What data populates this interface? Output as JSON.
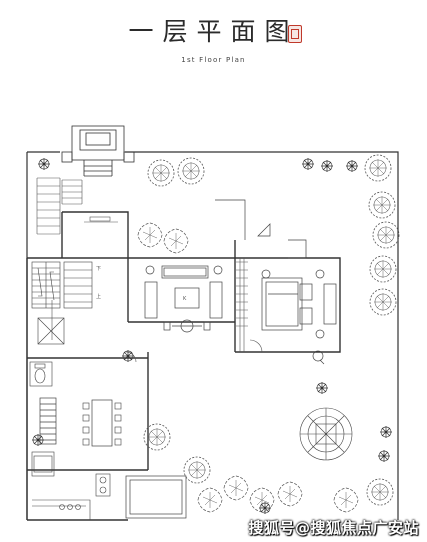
{
  "header": {
    "title_cn": "一层平面图",
    "title_en": "1st Floor Plan"
  },
  "plan": {
    "stair_labels": {
      "down": "下",
      "up": "上"
    },
    "table_mark": "K"
  },
  "watermark": {
    "text": "搜狐号@搜狐焦点广安站"
  },
  "colors": {
    "wall": "#333333",
    "tree": "#555555",
    "seal": "#c0392b"
  },
  "icons": [
    "tree-icon",
    "flower-icon",
    "sofa-icon",
    "bed-icon",
    "toilet-icon",
    "dining-table-icon",
    "stair-icon",
    "seal-icon"
  ]
}
